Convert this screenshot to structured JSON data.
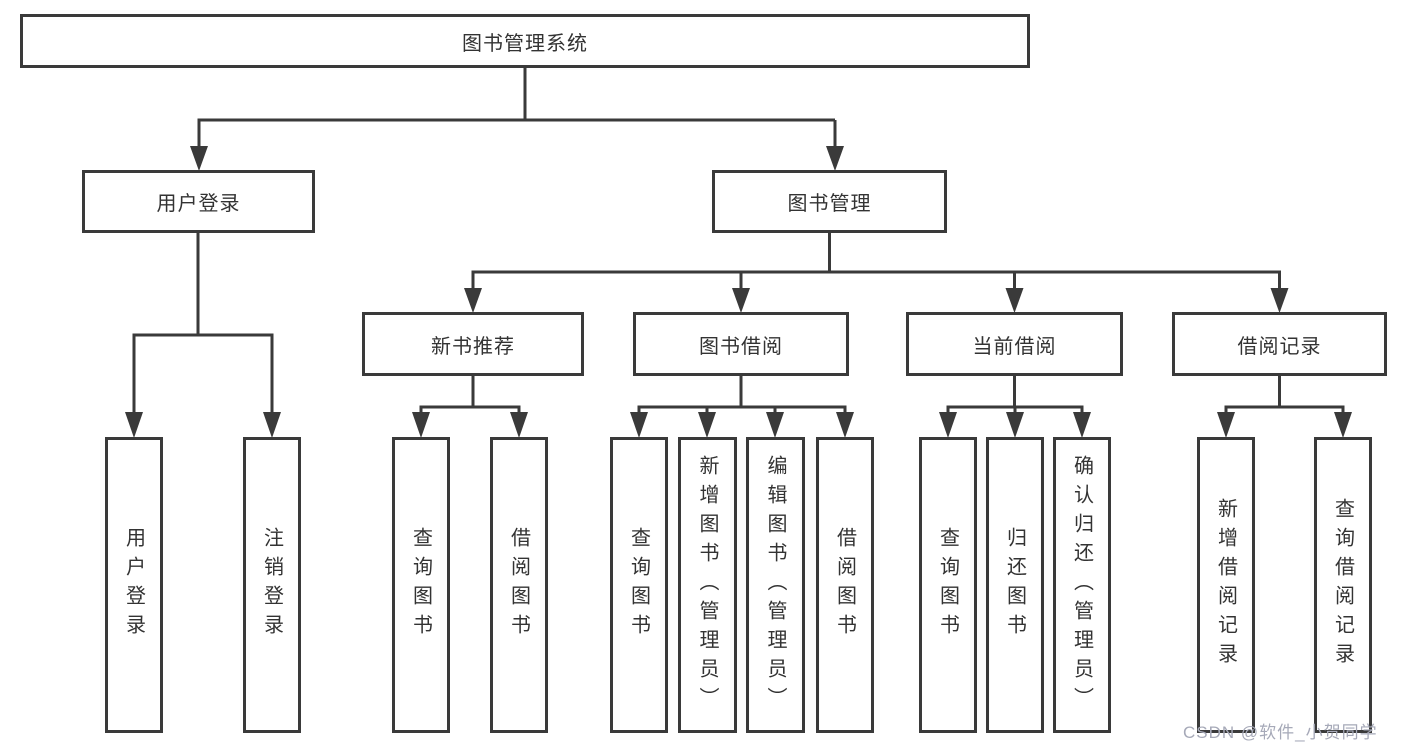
{
  "colors": {
    "line": "#3a3a3a",
    "text": "#333333",
    "box_bg": "#ffffff",
    "watermark": "#a6a9b8"
  },
  "nodes": {
    "root": {
      "label": "图书管理系统"
    },
    "level2": [
      {
        "label": "用户登录"
      },
      {
        "label": "图书管理"
      }
    ],
    "level3": [
      {
        "label": "新书推荐"
      },
      {
        "label": "图书借阅"
      },
      {
        "label": "当前借阅"
      },
      {
        "label": "借阅记录"
      }
    ],
    "leaves": {
      "user_login": [
        {
          "label": "用户登录"
        },
        {
          "label": "注销登录"
        }
      ],
      "new_books": [
        {
          "label": "查询图书"
        },
        {
          "label": "借阅图书"
        }
      ],
      "book_borrow": [
        {
          "label": "查询图书"
        },
        {
          "label": "新增图书（管理员）"
        },
        {
          "label": "编辑图书（管理员）"
        },
        {
          "label": "借阅图书"
        }
      ],
      "current_borrow": [
        {
          "label": "查询图书"
        },
        {
          "label": "归还图书"
        },
        {
          "label": "确认归还（管理员）"
        }
      ],
      "borrow_records": [
        {
          "label": "新增借阅记录"
        },
        {
          "label": "查询借阅记录"
        }
      ]
    }
  },
  "watermark": {
    "text": "CSDN @软件_小贺同学"
  }
}
